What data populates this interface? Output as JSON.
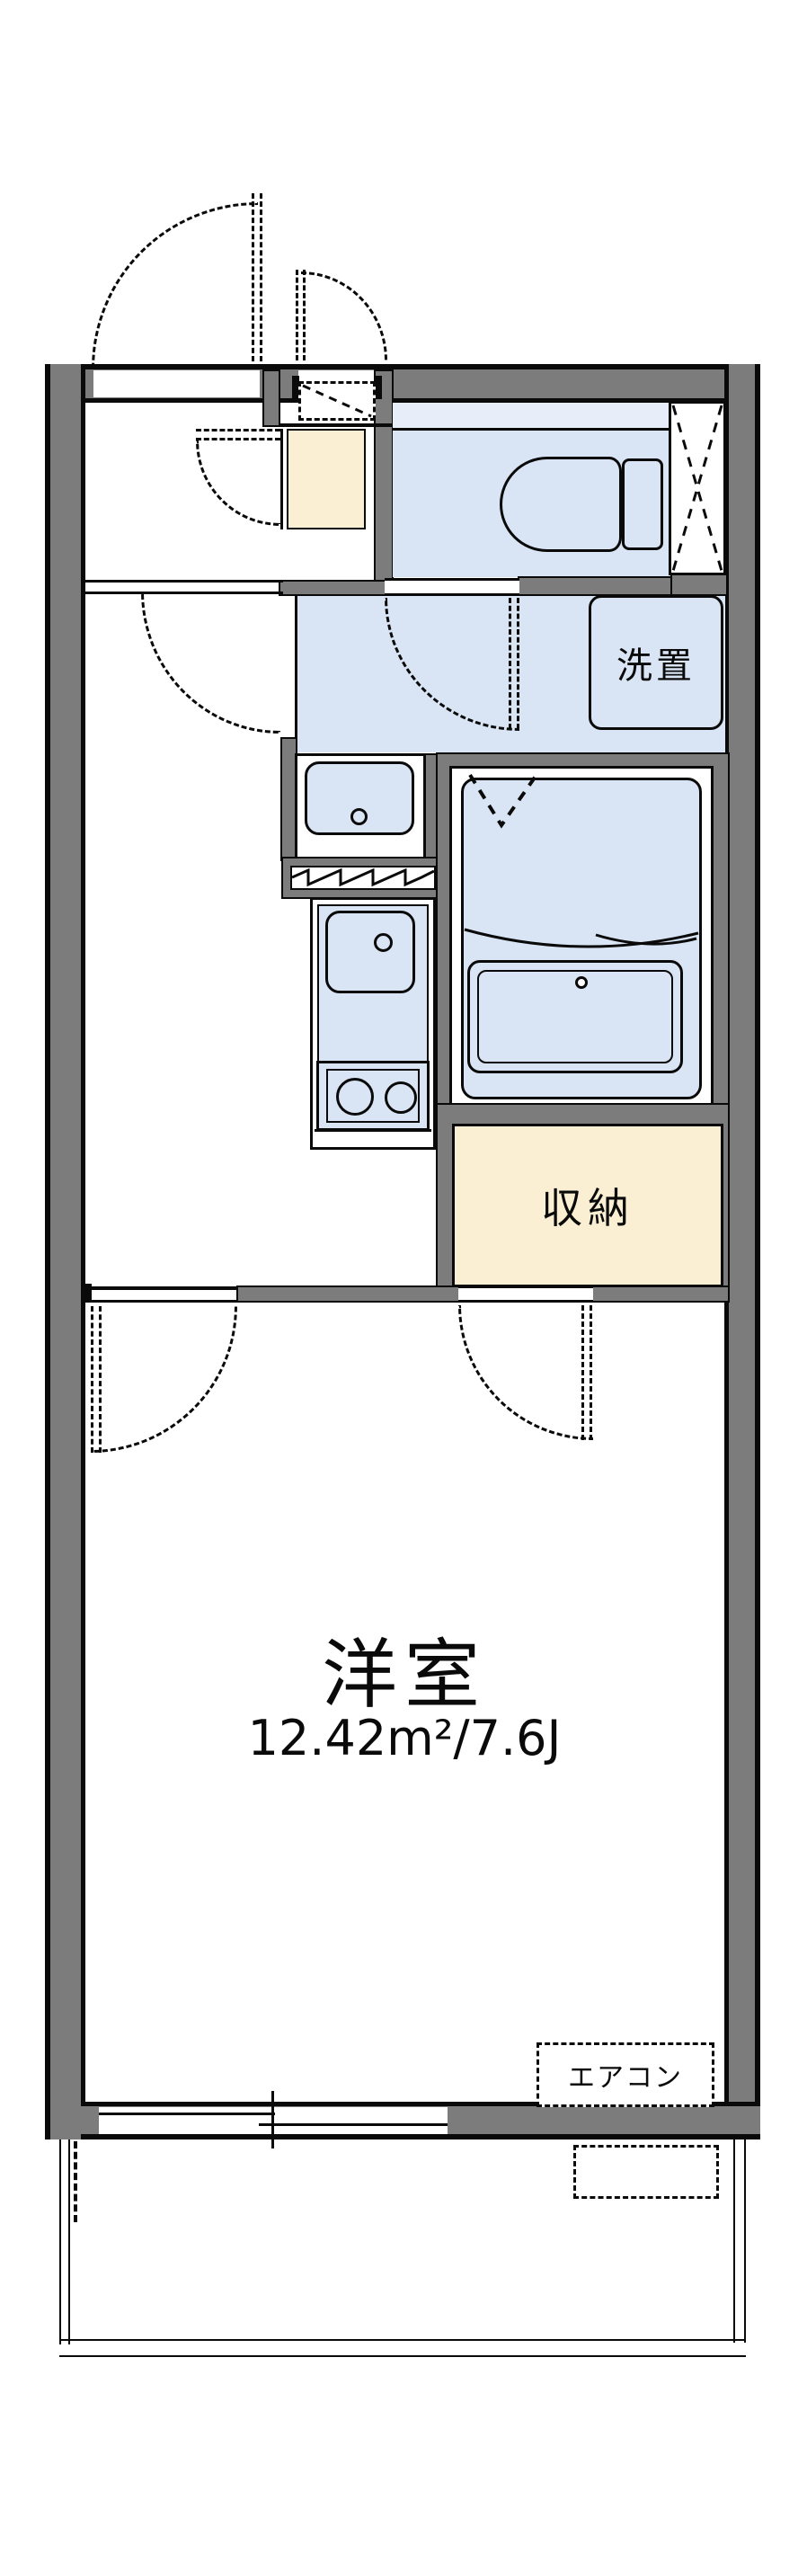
{
  "document": {
    "type": "floor-plan"
  },
  "labels": {
    "main_room_name": "洋室",
    "main_room_area": "12.42m²/7.6J",
    "closet": "収納",
    "washer_space": "洗置",
    "air_conditioner": "エアコン"
  },
  "colors": {
    "wall": "#7c7c7c",
    "wet_area": "#d9e5f4",
    "wet_area_light": "#e7eef9",
    "cream": "#faeed3",
    "line": "#0a0a0a"
  },
  "fixtures": [
    "entrance-door-swing-icon",
    "hall-door-swing-icon",
    "genkan-step",
    "toilet-icon",
    "pipe-shaft-icon",
    "washing-machine-space",
    "washbasin-icon",
    "kitchen-sink-icon",
    "stove-icon",
    "bathtub-icon",
    "folding-bath-door-icon",
    "closet-door-swing-icon",
    "room-door-swing-icon",
    "sliding-window-icon",
    "air-conditioner-box",
    "ac-outdoor-unit",
    "balcony-rail"
  ]
}
